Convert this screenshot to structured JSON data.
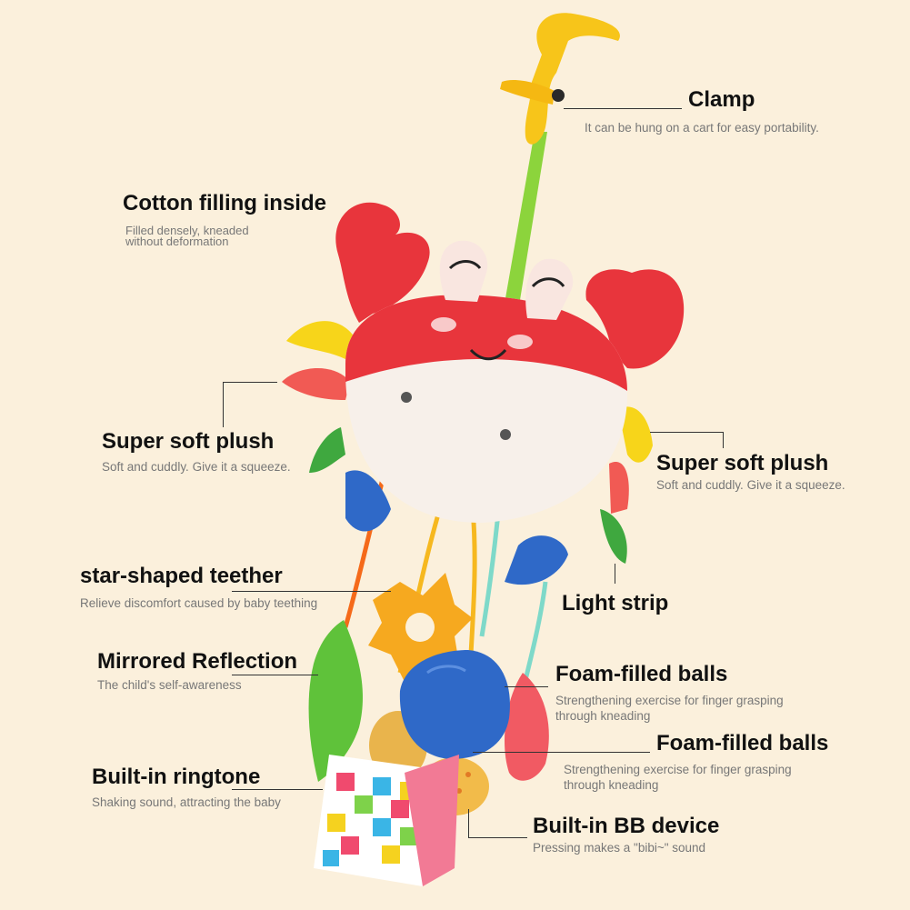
{
  "labels": {
    "clamp": {
      "title": "Clamp",
      "desc": "It can be hung on a cart for easy portability."
    },
    "cotton": {
      "title": "Cotton filling inside",
      "desc1": "Filled densely, kneaded",
      "desc2": "without deformation"
    },
    "plush_left": {
      "title": "Super soft plush",
      "desc": "Soft and cuddly. Give it a squeeze."
    },
    "plush_right": {
      "title": "Super soft plush",
      "desc": "Soft and cuddly. Give it a squeeze."
    },
    "teether": {
      "title": "star-shaped teether",
      "desc": "Relieve discomfort caused by baby teething"
    },
    "light_strip": {
      "title": "Light strip"
    },
    "mirror": {
      "title": "Mirrored Reflection",
      "desc": "The child's self-awareness"
    },
    "foam1": {
      "title": "Foam-filled balls",
      "desc1": "Strengthening exercise for finger grasping",
      "desc2": "through kneading"
    },
    "foam2": {
      "title": "Foam-filled balls",
      "desc1": "Strengthening exercise for finger grasping",
      "desc2": "through kneading"
    },
    "ringtone": {
      "title": "Built-in ringtone",
      "desc": "Shaking sound, attracting the baby"
    },
    "bb": {
      "title": "Built-in BB device",
      "desc": "Pressing makes a \"bibi~\" sound"
    }
  },
  "colors": {
    "background": "#fbf0dc",
    "crab_red": "#e8353c",
    "crab_belly": "#f7f0ea",
    "clamp_yellow": "#f7c51a",
    "strap_green": "#8cd43c",
    "ball_blue": "#2f69c8",
    "teether_orange": "#f6a91f"
  }
}
